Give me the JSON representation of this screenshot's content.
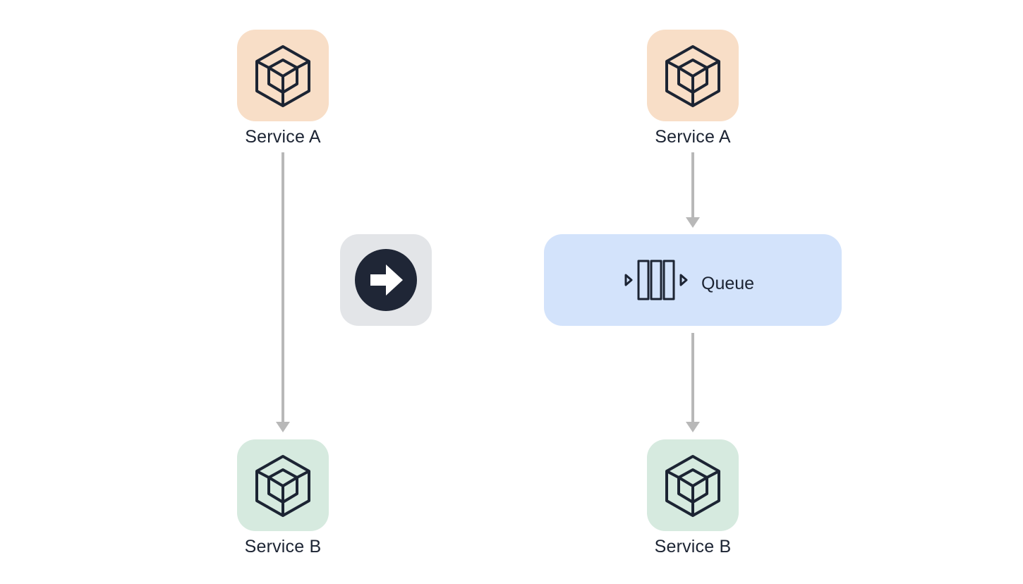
{
  "left": {
    "service_a": {
      "label": "Service A",
      "icon": "cube-icon",
      "color": "#f8dec7"
    },
    "service_b": {
      "label": "Service B",
      "icon": "cube-icon",
      "color": "#d6eadf"
    }
  },
  "transition": {
    "icon": "arrow-right-icon"
  },
  "right": {
    "service_a": {
      "label": "Service A",
      "icon": "cube-icon",
      "color": "#f8dec7"
    },
    "queue": {
      "label": "Queue",
      "icon": "queue-icon",
      "color": "#d3e3fb"
    },
    "service_b": {
      "label": "Service B",
      "icon": "cube-icon",
      "color": "#d6eadf"
    }
  },
  "colors": {
    "ink": "#1c2433",
    "connector": "#b8b8b8"
  }
}
